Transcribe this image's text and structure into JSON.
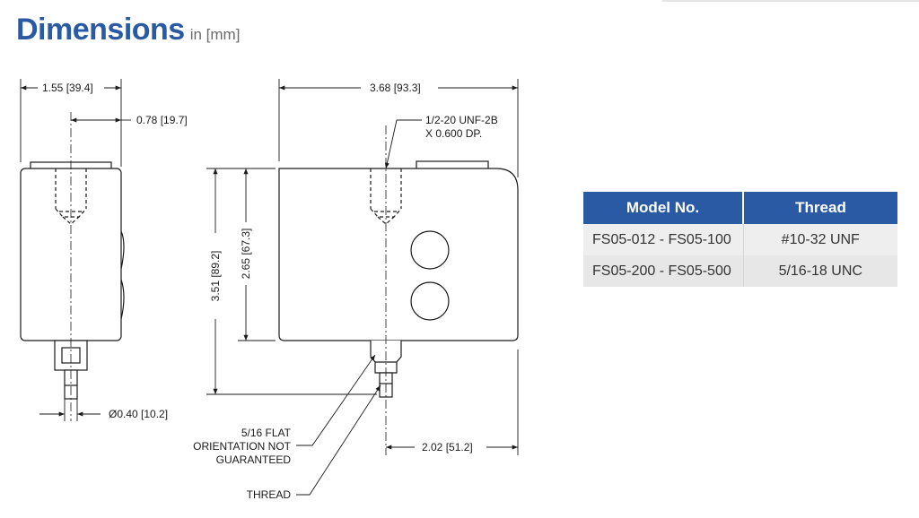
{
  "header": {
    "title": "Dimensions",
    "subtitle": "in [mm]"
  },
  "labels": {
    "width_side": "1.55 [39.4]",
    "offset_side": "0.78 [19.7]",
    "diameter": "Ø0.40 [10.2]",
    "width_front": "3.68 [93.3]",
    "port_note_line1": "1/2-20 UNF-2B",
    "port_note_line2": "X 0.600 DP.",
    "height_overall": "3.51 [89.2]",
    "height_body": "2.65 [67.3]",
    "flat_note_line1": "5/16 FLAT",
    "flat_note_line2": "ORIENTATION NOT",
    "flat_note_line3": "GUARANTEED",
    "thread_note": "THREAD",
    "offset_front": "2.02 [51.2]"
  },
  "table": {
    "headers": [
      "Model No.",
      "Thread"
    ],
    "rows": [
      [
        "FS05-012 - FS05-100",
        "#10-32 UNF"
      ],
      [
        "FS05-200 - FS05-500",
        "5/16-18 UNC"
      ]
    ]
  },
  "colors": {
    "accent": "#2b5aa4",
    "line": "#1a1a1a"
  }
}
